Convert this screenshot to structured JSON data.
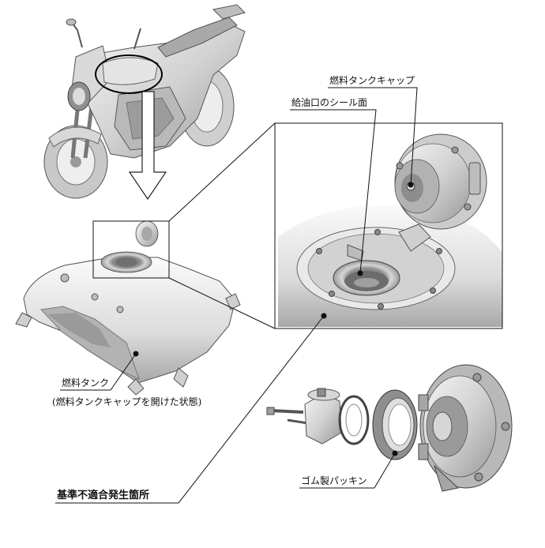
{
  "labels": {
    "fuel_tank_cap": "燃料タンクキャップ",
    "filler_seal_surface": "給油口のシール面",
    "fuel_tank": "燃料タンク",
    "fuel_tank_note": "(燃料タンクキャップを開けた状態)",
    "rubber_packing": "ゴム製パッキン",
    "defect_location": "基準不適合発生箇所"
  },
  "colors": {
    "line": "#111111",
    "metal_light": "#e6e6e6",
    "metal_mid": "#bdbdbd",
    "metal_dark": "#7a7a7a"
  }
}
